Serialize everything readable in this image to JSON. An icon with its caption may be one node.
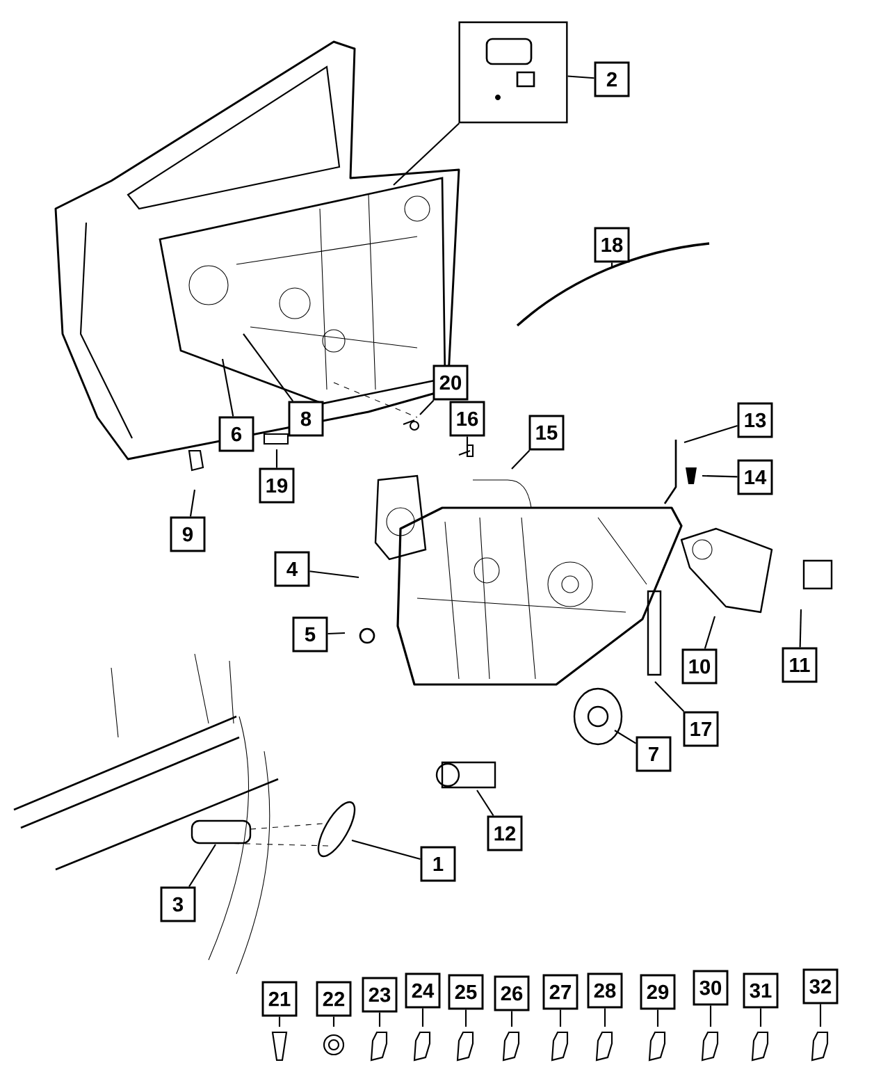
{
  "diagram": {
    "nodes": [
      {
        "text": [
          "1"
        ]
      },
      {
        "text": [
          "2"
        ]
      },
      {
        "text": [
          "3"
        ]
      },
      {
        "text": [
          "4"
        ]
      },
      {
        "text": [
          "5"
        ]
      },
      {
        "text": [
          "6"
        ]
      },
      {
        "text": [
          "7"
        ]
      },
      {
        "text": [
          "8"
        ]
      },
      {
        "text": [
          "9"
        ]
      },
      {
        "text": [
          "10"
        ]
      },
      {
        "text": [
          "11"
        ]
      },
      {
        "text": [
          "12"
        ]
      },
      {
        "text": [
          "13"
        ]
      },
      {
        "text": [
          "14"
        ]
      },
      {
        "text": [
          "15"
        ]
      },
      {
        "text": [
          "16"
        ]
      },
      {
        "text": [
          "17"
        ]
      },
      {
        "text": [
          "18"
        ]
      },
      {
        "text": [
          "19"
        ]
      },
      {
        "text": [
          "20"
        ]
      },
      {
        "text": [
          "21"
        ]
      },
      {
        "text": [
          "22"
        ]
      },
      {
        "text": [
          "23"
        ]
      },
      {
        "text": [
          "24"
        ]
      },
      {
        "text": [
          "25"
        ]
      },
      {
        "text": [
          "26"
        ]
      },
      {
        "text": [
          "27"
        ]
      },
      {
        "text": [
          "28"
        ]
      },
      {
        "text": [
          "29"
        ]
      },
      {
        "text": [
          "30"
        ]
      },
      {
        "text": [
          "31"
        ]
      },
      {
        "text": [
          "32"
        ]
      },
      {
        "text": [],
        "shape": "box"
      }
    ],
    "edges": [
      {
        "from": 0,
        "to": null,
        "arrow": "none"
      },
      {
        "from": 1,
        "to": 32,
        "arrow": "none"
      },
      {
        "from": 2,
        "to": null,
        "arrow": "none"
      },
      {
        "from": 3,
        "to": null,
        "arrow": "none"
      },
      {
        "from": 4,
        "to": null,
        "arrow": "none"
      },
      {
        "from": 5,
        "to": null,
        "arrow": "none"
      },
      {
        "from": 6,
        "to": null,
        "arrow": "none"
      },
      {
        "from": 7,
        "to": null,
        "arrow": "none"
      },
      {
        "from": 8,
        "to": null,
        "arrow": "none"
      },
      {
        "from": 9,
        "to": null,
        "arrow": "none"
      },
      {
        "from": 10,
        "to": null,
        "arrow": "none"
      },
      {
        "from": 11,
        "to": null,
        "arrow": "none"
      },
      {
        "from": 12,
        "to": null,
        "arrow": "none"
      },
      {
        "from": 13,
        "to": null,
        "arrow": "none"
      },
      {
        "from": 14,
        "to": null,
        "arrow": "none"
      },
      {
        "from": 15,
        "to": null,
        "arrow": "none"
      },
      {
        "from": 16,
        "to": null,
        "arrow": "none"
      },
      {
        "from": 17,
        "to": null,
        "arrow": "none"
      },
      {
        "from": 18,
        "to": null,
        "arrow": "none"
      },
      {
        "from": 19,
        "to": null,
        "arrow": "none"
      },
      {
        "from": 20,
        "to": null,
        "arrow": "none"
      },
      {
        "from": 21,
        "to": null,
        "arrow": "none"
      },
      {
        "from": 22,
        "to": null,
        "arrow": "none"
      },
      {
        "from": 23,
        "to": null,
        "arrow": "none"
      },
      {
        "from": 24,
        "to": null,
        "arrow": "none"
      },
      {
        "from": 25,
        "to": null,
        "arrow": "none"
      },
      {
        "from": 26,
        "to": null,
        "arrow": "none"
      },
      {
        "from": 27,
        "to": null,
        "arrow": "none"
      },
      {
        "from": 28,
        "to": null,
        "arrow": "none"
      },
      {
        "from": 29,
        "to": null,
        "arrow": "none"
      },
      {
        "from": 30,
        "to": null,
        "arrow": "none"
      },
      {
        "from": 31,
        "to": null,
        "arrow": "none"
      },
      {
        "from": 32,
        "to": null,
        "arrow": "none"
      }
    ]
  }
}
